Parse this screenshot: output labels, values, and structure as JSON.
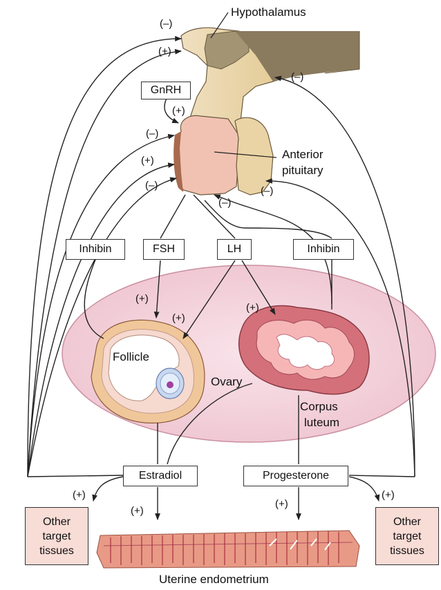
{
  "labels": {
    "hypothalamus": "Hypothalamus",
    "anterior_pituitary_line1": "Anterior",
    "anterior_pituitary_line2": "pituitary",
    "follicle": "Follicle",
    "ovary": "Ovary",
    "corpus_luteum_line1": "Corpus",
    "corpus_luteum_line2": "luteum",
    "uterine_endometrium": "Uterine endometrium"
  },
  "boxes": {
    "gnrh": "GnRH",
    "inhibin_left": "Inhibin",
    "fsh": "FSH",
    "lh": "LH",
    "inhibin_right": "Inhibin",
    "estradiol": "Estradiol",
    "progesterone": "Progesterone"
  },
  "target_tissues_left": [
    "Other",
    "target",
    "tissues"
  ],
  "target_tissues_right": [
    "Other",
    "target",
    "tissues"
  ],
  "signs": {
    "neg": "(–)",
    "pos": "(+)"
  },
  "colors": {
    "hypothalamus_tan": "#e8d3a8",
    "hypothalamus_brown": "#8a7a5e",
    "pituitary_pink": "#f1c2b2",
    "ovary_pink": "#f4d3dc",
    "corpus_luteum": "#d4707a",
    "follicle_ring": "#f0c79a",
    "tissue_fill": "#f8dcd6",
    "endometrium": "#e89a86"
  }
}
